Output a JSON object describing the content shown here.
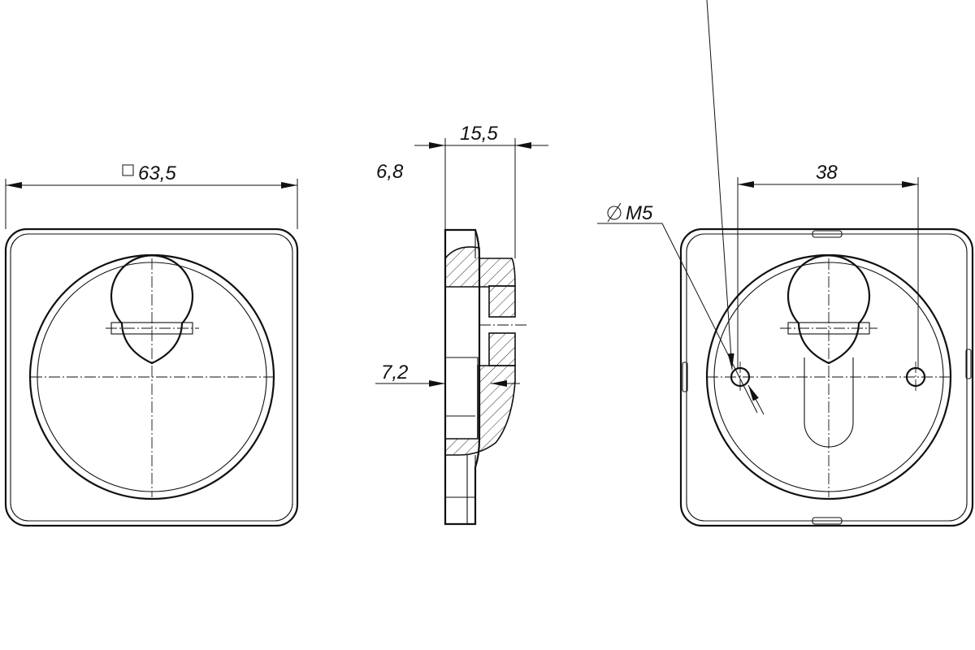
{
  "dimensions": {
    "plate_size": "63,5",
    "total_depth": "15,5",
    "rim_depth": "6,8",
    "inner_step": "7,2",
    "screw_spacing": "38",
    "screw_thread": "M5",
    "screw_thread_prefix": "Ø"
  },
  "views": [
    "front-view-plain",
    "side-section-view",
    "front-view-cylinder"
  ]
}
